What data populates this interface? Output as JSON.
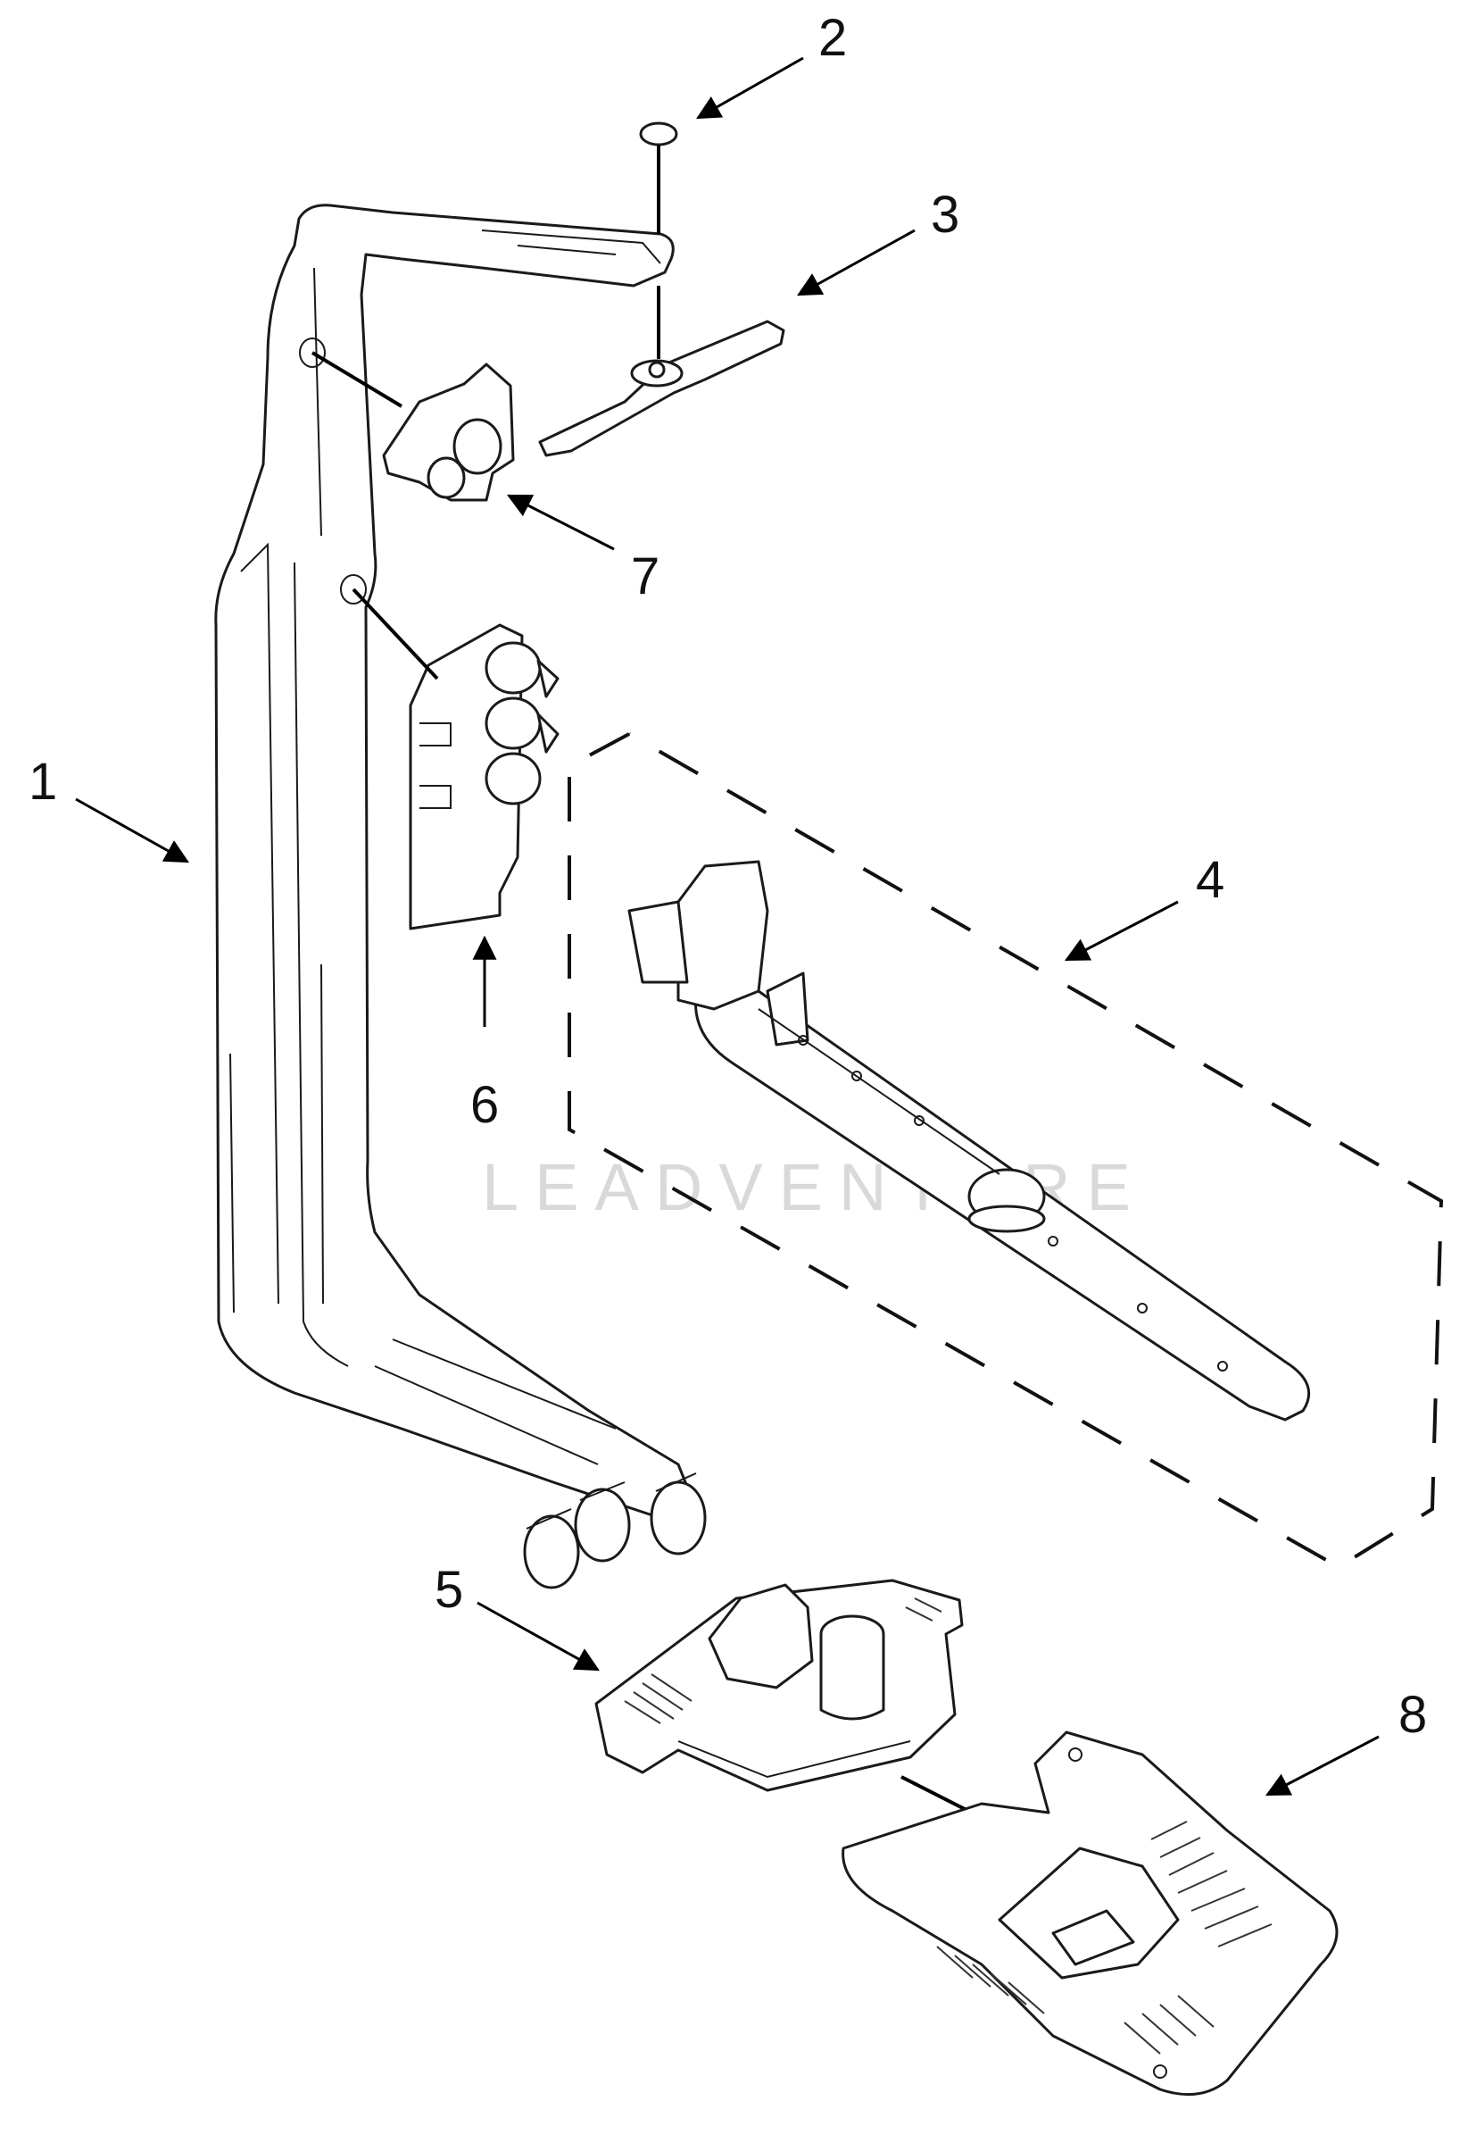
{
  "callouts": {
    "c1": "1",
    "c2": "2",
    "c3": "3",
    "c4": "4",
    "c5": "5",
    "c6": "6",
    "c7": "7",
    "c8": "8"
  },
  "watermark": "LEADVENTURE",
  "colors": {
    "line": "#1a1a1a",
    "watermark": "#d9d9d9",
    "background": "#ffffff"
  }
}
